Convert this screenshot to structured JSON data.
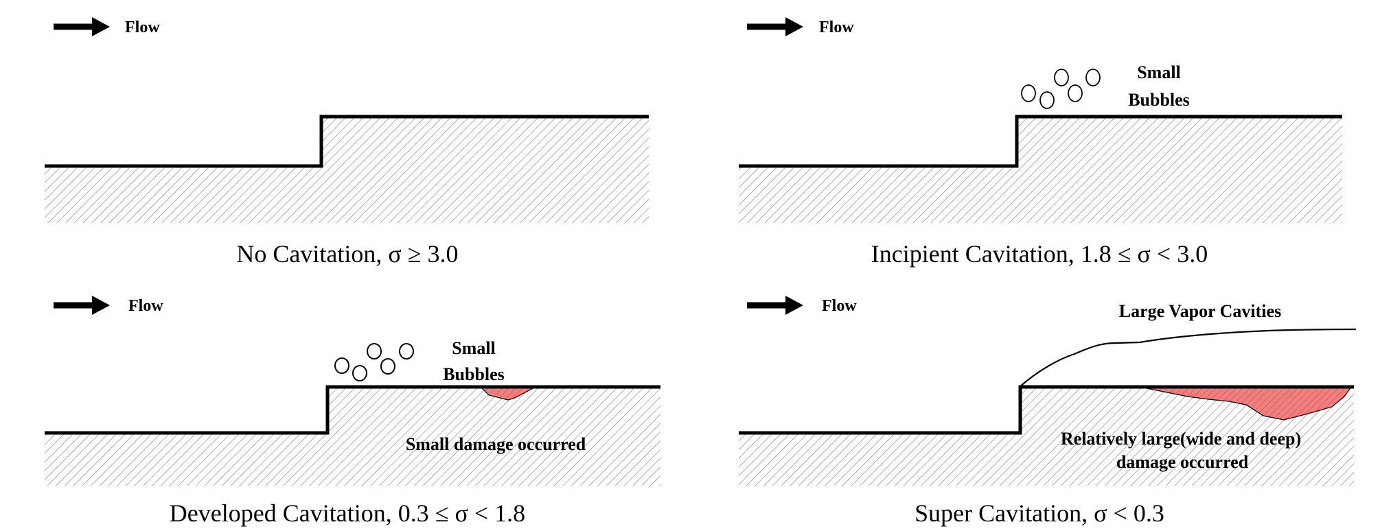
{
  "colors": {
    "line": "#000000",
    "hatch": "#8a8a8a",
    "damage": "#f08080",
    "damage_hatch": "#d04848"
  },
  "flow_label": "Flow",
  "panels": [
    {
      "caption": "No Cavitation, σ ≥ 3.0",
      "annotations": []
    },
    {
      "caption": "Incipient Cavitation, 1.8 ≤ σ < 3.0",
      "annotations": [
        {
          "line1": "Small",
          "line2": "Bubbles"
        }
      ]
    },
    {
      "caption": "Developed Cavitation, 0.3 ≤ σ < 1.8",
      "annotations": [
        {
          "line1": "Small",
          "line2": "Bubbles"
        },
        {
          "line1": "Small damage occurred",
          "line2": ""
        }
      ]
    },
    {
      "caption": "Super Cavitation, σ < 0.3",
      "annotations": [
        {
          "line1": "Large Vapor Cavities",
          "line2": ""
        },
        {
          "line1": "Relatively large(wide and deep)",
          "line2": "damage occurred"
        }
      ]
    }
  ]
}
